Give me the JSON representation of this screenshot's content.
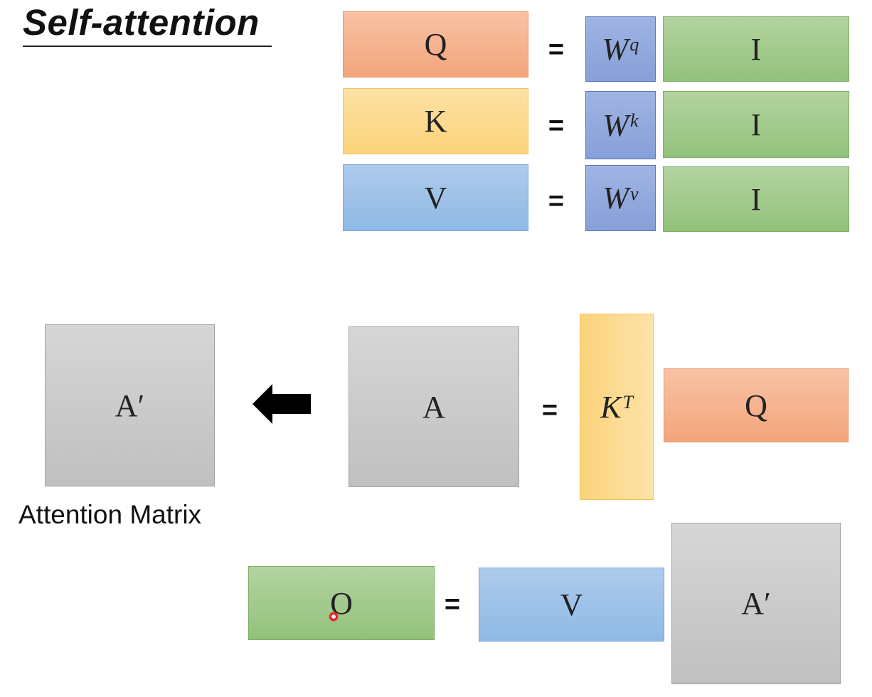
{
  "title": "Self-attention",
  "equations": {
    "q": {
      "lhs": "Q",
      "eq": "=",
      "w": "W",
      "w_sup": "q",
      "rhs": "I"
    },
    "k": {
      "lhs": "K",
      "eq": "=",
      "w": "W",
      "w_sup": "k",
      "rhs": "I"
    },
    "v": {
      "lhs": "V",
      "eq": "=",
      "w": "W",
      "w_sup": "v",
      "rhs": "I"
    }
  },
  "attention": {
    "a_prime": "A′",
    "a": "A",
    "eq": "=",
    "kt": "K",
    "kt_sup": "T",
    "q": "Q",
    "caption": "Attention Matrix"
  },
  "output": {
    "o": "O",
    "eq": "=",
    "v": "V",
    "a_prime": "A′"
  },
  "icons": {
    "arrow": "left-arrow-icon",
    "pointer": "laser-pointer-icon"
  }
}
